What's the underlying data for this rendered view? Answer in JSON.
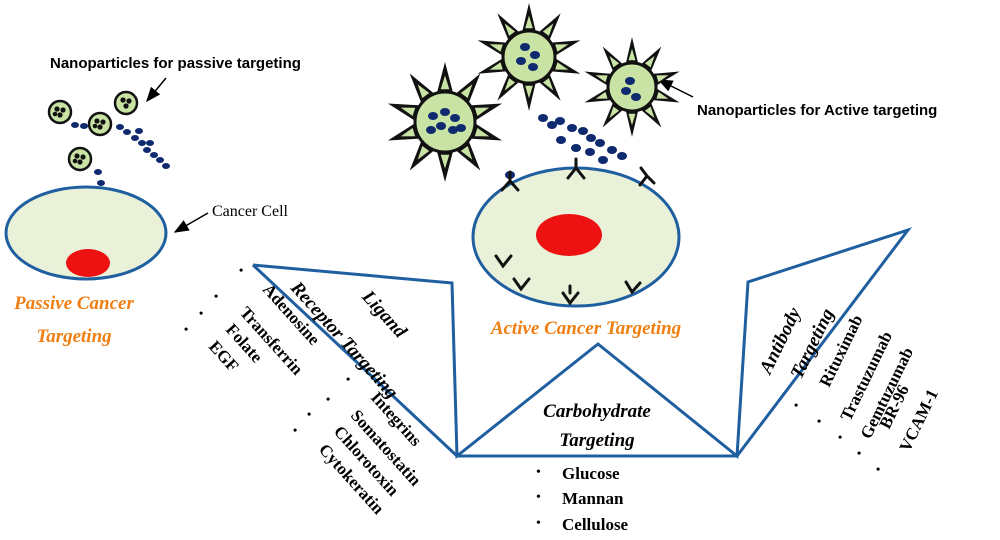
{
  "labels": {
    "passive_np": "Nanoparticles for passive targeting",
    "active_np": "Nanoparticles for Active targeting",
    "cancer_cell": "Cancer Cell",
    "passive_title_1": "Passive Cancer",
    "passive_title_2": "Targeting",
    "active_title": "Active Cancer Targeting"
  },
  "ligand": {
    "title_1": "Ligand",
    "title_2": "Receptor Targeting",
    "left_items": [
      "Adenosine",
      "Transferrin",
      "Folate",
      "EGF"
    ],
    "right_items": [
      "Integrins",
      "Somatostatin",
      "Chlorotoxin",
      "Cytokeratin"
    ]
  },
  "carbohydrate": {
    "title_1": "Carbohydrate",
    "title_2": "Targeting",
    "items": [
      "Glucose",
      "Mannan",
      "Cellulose"
    ]
  },
  "antibody": {
    "title_1": "Antibody",
    "title_2": "Targeting",
    "items": [
      "Rituximab",
      "Trastuzumab",
      "Gemtuzumab",
      "BR-96",
      "VCAM-1"
    ]
  },
  "colors": {
    "accent_orange": "#f07f12",
    "outline_blue": "#1f5fa0",
    "cell_fill": "#e9f1d9",
    "nucleus_red": "#ee1111",
    "particle_green": "#c8e3a4",
    "dot_navy": "#0f2a6e"
  }
}
